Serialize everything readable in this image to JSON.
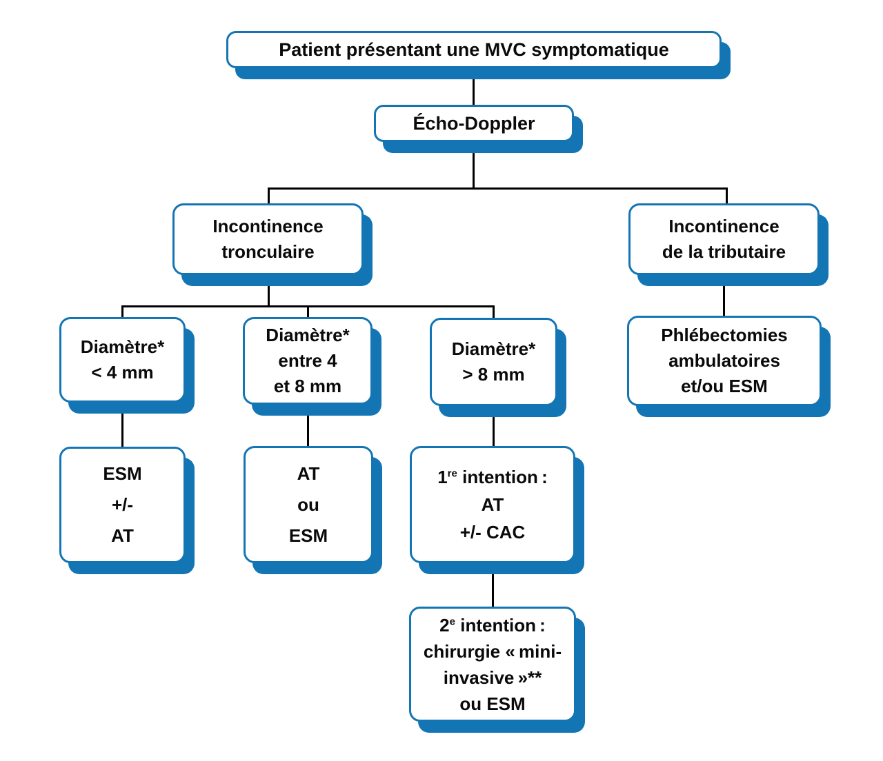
{
  "palette": {
    "node_border_blue": "#1375b4",
    "node_shadow_blue": "#1375b4",
    "node_background": "#ffffff",
    "connector_black": "#000000",
    "text_black": "#0a0a0a"
  },
  "nodes": {
    "patient": {
      "lines": [
        "Patient présentant une MVC symptomatique"
      ]
    },
    "echo_doppler": {
      "lines": [
        "Écho-Doppler"
      ]
    },
    "truncal_incontinence": {
      "lines": [
        "Incontinence",
        "tronculaire"
      ]
    },
    "tributary_incontinence": {
      "lines": [
        "Incontinence",
        "de la tributaire"
      ]
    },
    "diameter_lt_4mm": {
      "lines": [
        "Diamètre*",
        "< 4 mm"
      ]
    },
    "diameter_4_to_8mm": {
      "lines": [
        "Diamètre*",
        "entre 4",
        "et 8 mm"
      ]
    },
    "diameter_gt_8mm": {
      "lines": [
        "Diamètre*",
        "> 8 mm"
      ]
    },
    "phlebectomies": {
      "lines": [
        "Phlébectomies",
        "ambulatoires",
        "et/ou ESM"
      ]
    },
    "esm_at": {
      "lines": [
        "ESM",
        "+/-",
        "AT"
      ]
    },
    "at_esm": {
      "lines": [
        "AT",
        "ou",
        "ESM"
      ]
    },
    "first_intention": {
      "head": {
        "base": "1",
        "sup": "re",
        "rest": " intention :"
      },
      "lines": [
        "AT",
        "+/- CAC"
      ]
    },
    "second_intention": {
      "head": {
        "base": "2",
        "sup": "e",
        "rest": " intention :"
      },
      "lines": [
        "chirurgie « mini-",
        "invasive »**",
        "ou ESM"
      ]
    }
  }
}
